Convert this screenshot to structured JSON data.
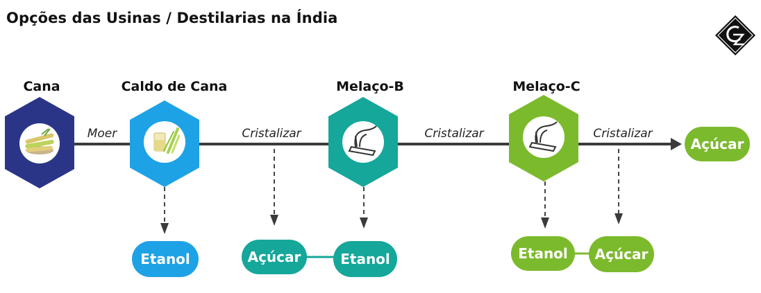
{
  "title": "Opções das Usinas / Destilarias na Índia",
  "colors": {
    "navy": "#2b3587",
    "blue": "#1ea2e6",
    "teal": "#15a79a",
    "green": "#7cba2d",
    "arrow": "#3b3b3b"
  },
  "stages": [
    {
      "label": "Cana",
      "icon": "sugarcane-bundle-icon"
    },
    {
      "label": "Caldo de Cana",
      "icon": "cane-juice-glass-icon"
    },
    {
      "label": "Melaço-B",
      "icon": "molasses-pour-icon"
    },
    {
      "label": "Melaço-C",
      "icon": "molasses-pour-icon"
    }
  ],
  "actions": {
    "moer": "Moer",
    "cristalizar_1": "Cristalizar",
    "cristalizar_2": "Cristalizar",
    "cristalizar_3": "Cristalizar"
  },
  "products": {
    "final_sugar": "Açúcar",
    "juice_ethanol": "Etanol",
    "b_sugar": "Açúcar",
    "b_ethanol": "Etanol",
    "c_ethanol": "Etanol",
    "c_sugar": "Açúcar"
  }
}
